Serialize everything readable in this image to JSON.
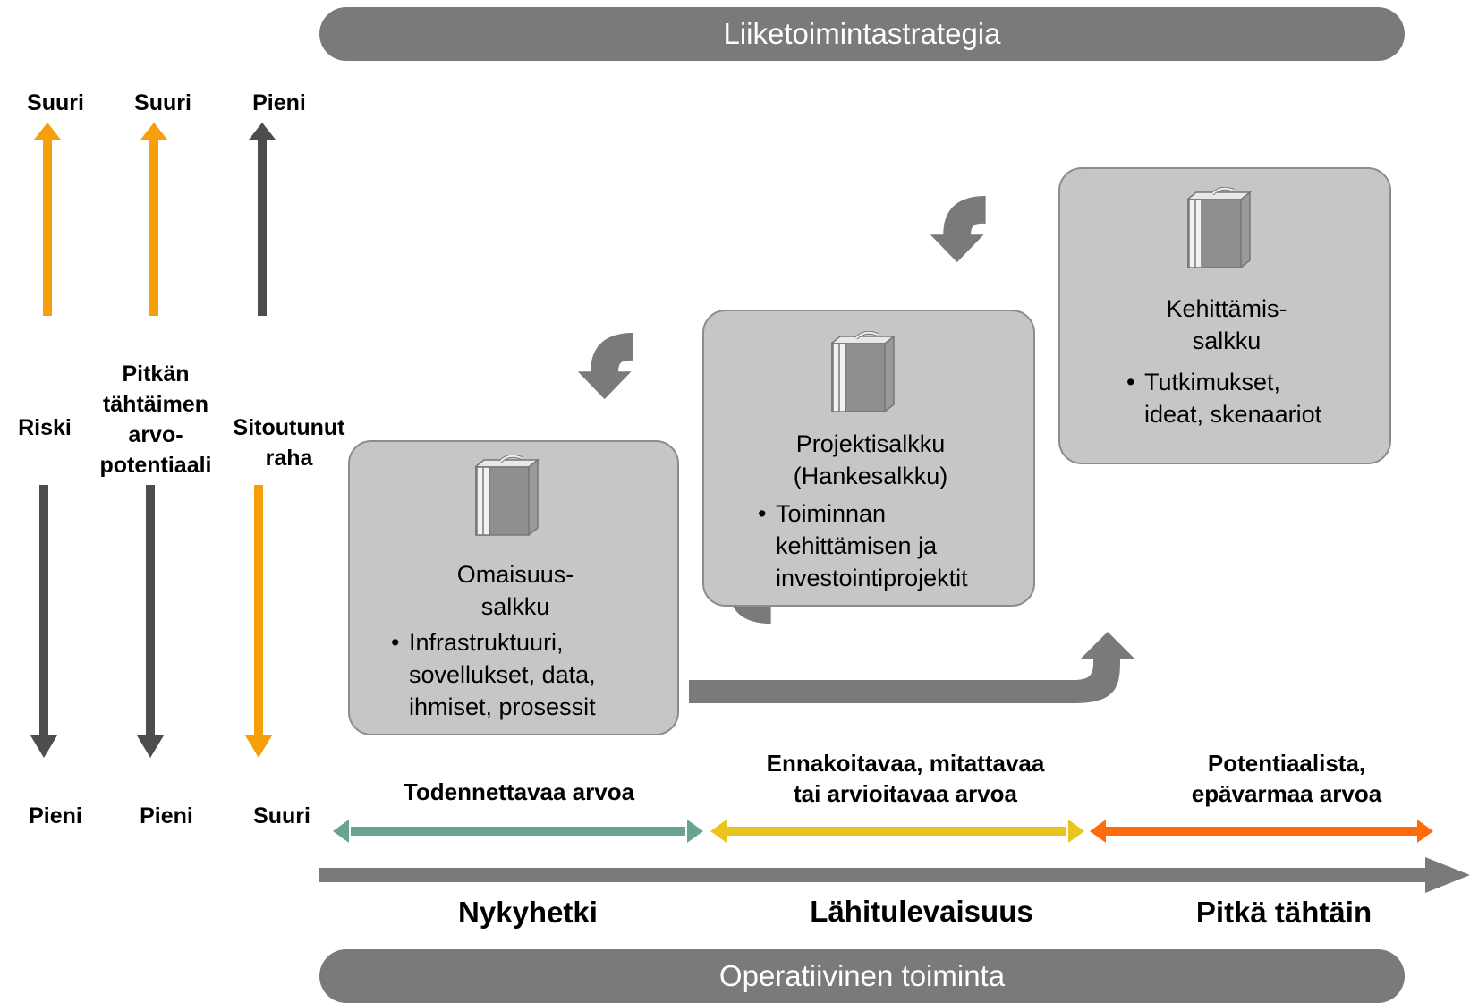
{
  "top_band": "Liiketoimintastrategia",
  "bottom_band": "Operatiivinen toiminta",
  "scales": [
    {
      "top": "Suuri",
      "name": "Riski",
      "bottom": "Pieni"
    },
    {
      "top": "Suuri",
      "name": "Pitkän tähtäimen arvo-potentiaali",
      "name_lines": [
        "Pitkän",
        "tähtäimen",
        "arvo-",
        "potentiaali"
      ],
      "bottom": "Pieni"
    },
    {
      "top": "Pieni",
      "name": "Sitoutunut raha",
      "name_lines": [
        "Sitoutunut",
        "raha"
      ],
      "bottom": "Suuri"
    }
  ],
  "portfolios": [
    {
      "title_lines": [
        "Omaisuus-",
        "salkku"
      ],
      "item_lines": [
        "Infrastruktuuri,",
        "sovellukset, data,",
        "ihmiset, prosessit"
      ]
    },
    {
      "title_lines": [
        "Projektisalkku",
        "(Hankesalkku)"
      ],
      "item_lines": [
        "Toiminnan",
        "kehittämisen ja",
        "investointiprojektit"
      ]
    },
    {
      "title_lines": [
        "Kehittämis-",
        "salkku"
      ],
      "item_lines": [
        "Tutkimukset,",
        "ideat, skenaariot"
      ]
    }
  ],
  "value_ranges": [
    {
      "lines": [
        "Todennettavaa arvoa"
      ],
      "color": "#6aa391"
    },
    {
      "lines": [
        "Ennakoitavaa, mitattavaa",
        "tai arvioitavaa arvoa"
      ],
      "color": "#e8c41c"
    },
    {
      "lines": [
        "Potentiaalista,",
        "epävarmaa arvoa"
      ],
      "color": "#ff6a0a"
    }
  ],
  "timeline": [
    "Nykyhetki",
    "Lähitulevaisuus",
    "Pitkä tähtäin"
  ],
  "colors": {
    "orange": "#f5a00a",
    "dark": "#4d4d4d",
    "gray": "#7a7a7a",
    "box": "#c6c6c6"
  },
  "icons": [
    "briefcase-icon",
    "curved-arrow-icon"
  ]
}
